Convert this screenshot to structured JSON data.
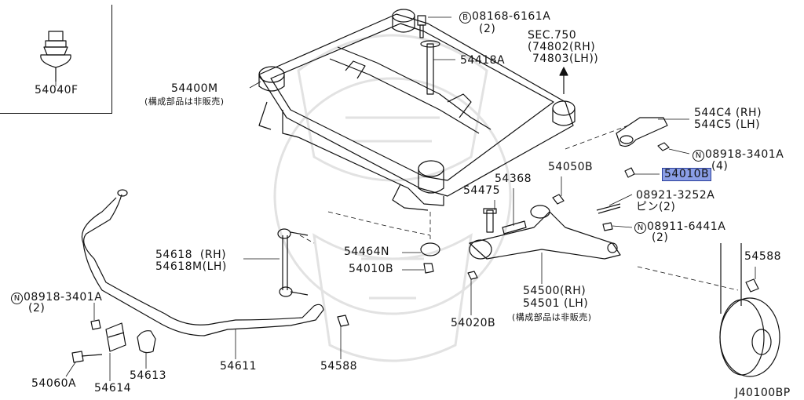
{
  "colors": {
    "line": "#111111",
    "highlight": "#8a9ee6",
    "highlight_border": "#2b3f9a",
    "watermark": "#e2e2e2"
  },
  "icons": {
    "circled_b": "circled-B-symbol",
    "circled_n": "circled-N-symbol"
  },
  "labels": {
    "p54040F": "54040F",
    "p08168_sym": "B",
    "p08168": "08168-6161A",
    "p08168_qty": "(2)",
    "sec750": "SEC.750",
    "sec750_rh": "(74802(RH)",
    "sec750_lh": "74803(LH))",
    "p54418A": "54418A",
    "p54400M": "54400M",
    "p54400M_note": "(構成部品は非販売)",
    "p544C4": "544C4 (RH)",
    "p544C5": "544C5 (LH)",
    "p08918a_sym": "N",
    "p08918a": "08918-3401A",
    "p08918a_qty": "(4)",
    "p54010B_hl": "54010B",
    "p54050B": "54050B",
    "p54368": "54368",
    "p54475": "54475",
    "p08921": "08921-3252A",
    "p08921_pin": "ピン(2)",
    "p08911_sym": "N",
    "p08911": "08911-6441A",
    "p08911_qty": "(2)",
    "p54588_r": "54588",
    "p54618": "54618  (RH)",
    "p54618M": "54618M(LH)",
    "p54464N": "54464N",
    "p54010B": "54010B",
    "p54500": "54500(RH)",
    "p54501": "54501 (LH)",
    "p54500_note": "(構成部品は非販売)",
    "p54020B": "54020B",
    "p08918b_sym": "N",
    "p08918b": "08918-3401A",
    "p08918b_qty": "(2)",
    "p54611": "54611",
    "p54588_b": "54588",
    "p54613": "54613",
    "p54060A": "54060A",
    "p54614": "54614",
    "diagram_id": "J40100BP"
  }
}
